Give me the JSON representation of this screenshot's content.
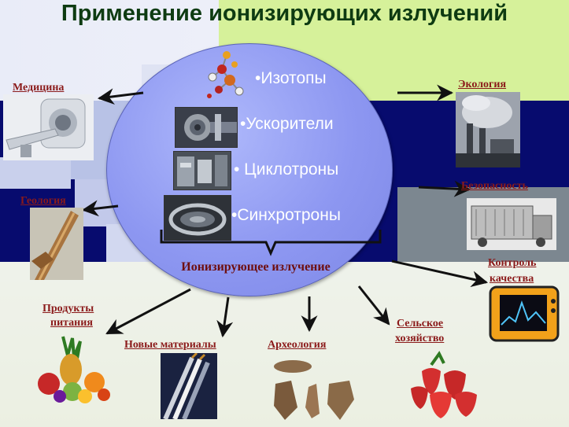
{
  "title": "Применение ионизирующих излучений",
  "sources": [
    "•Изотопы",
    "•Ускорители",
    "• Циклотроны",
    "•Синхротроны"
  ],
  "center_label": "Ионизирующее излучение",
  "applications": {
    "medicine": "Медицина",
    "geology": "Геология",
    "food_line1": "Продукты",
    "food_line2": "питания",
    "materials": "Новые материалы",
    "archaeology": "Археология",
    "agriculture_line1": "Сельское",
    "agriculture_line2": "хозяйство",
    "quality_line1": "Контроль",
    "quality_line2": "качества",
    "security": "Безопасность",
    "ecology": "Экология"
  },
  "colors": {
    "ellipse": "#8d97f1",
    "label_red": "#8b1a1a",
    "title_green": "#0e3b12",
    "band_navy": "#070b6e",
    "lime": "#d8f29a"
  }
}
